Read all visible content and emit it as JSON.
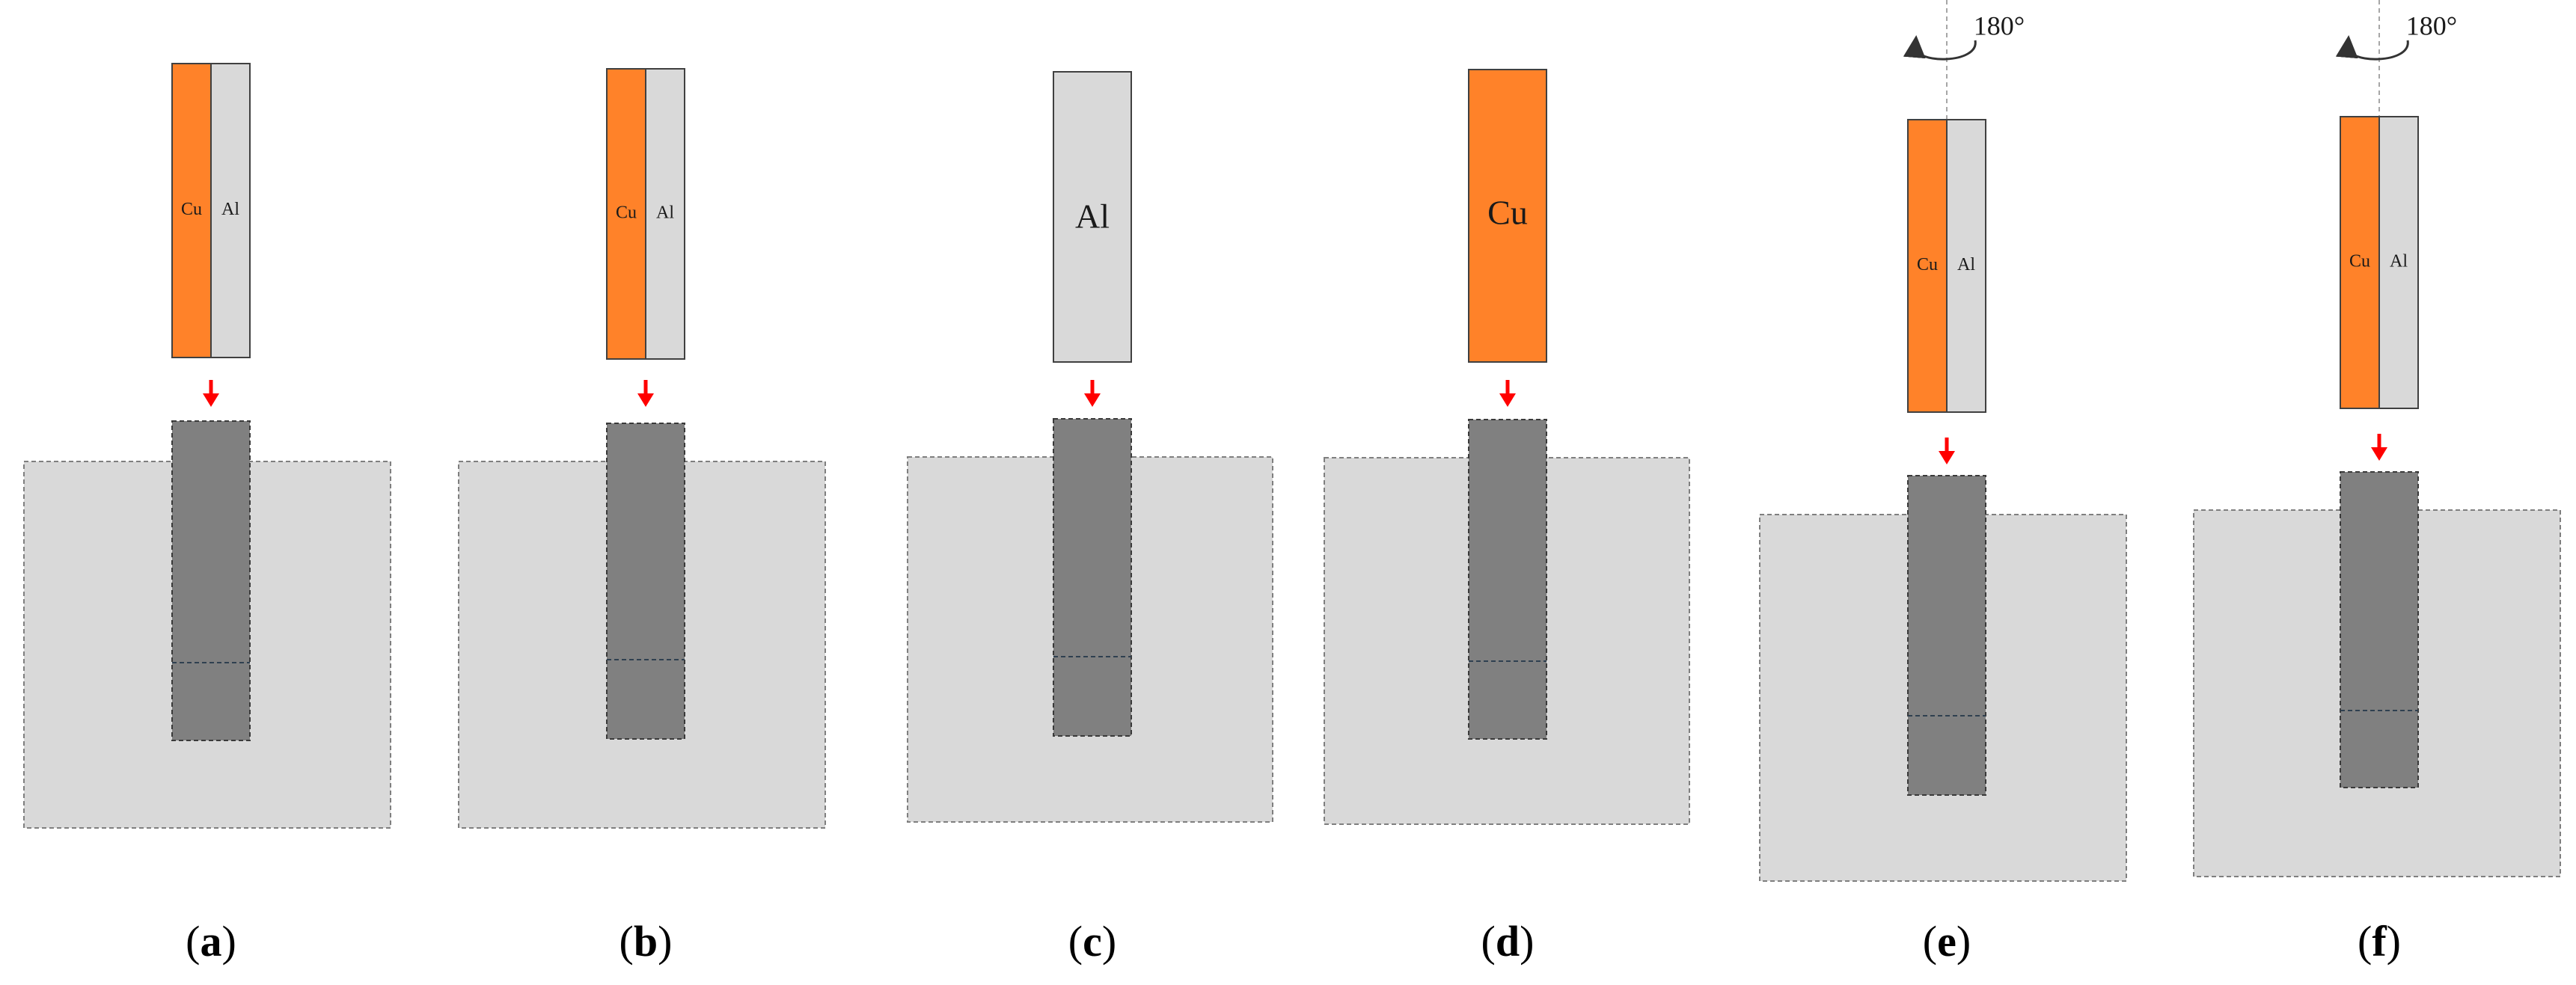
{
  "colors": {
    "copper": "#FF8229",
    "aluminum": "#D9D9D9",
    "die": "#D9D9D9",
    "die_border": "#7F7F7F",
    "channel": "#808080",
    "arrow": "#FF0000",
    "outline": "#404040",
    "axis_line": "#A6A6A6"
  },
  "labels": {
    "cu": "Cu",
    "al": "Al",
    "rotation": "180°"
  },
  "panels": [
    {
      "id": "a",
      "caption_open": "(",
      "caption_letter": "a",
      "caption_close": ")",
      "billet": "bimetal",
      "rotated": false
    },
    {
      "id": "b",
      "caption_open": "(",
      "caption_letter": "b",
      "caption_close": ")",
      "billet": "bimetal",
      "rotated": false
    },
    {
      "id": "c",
      "caption_open": "(",
      "caption_letter": "c",
      "caption_close": ")",
      "billet": "al",
      "rotated": false
    },
    {
      "id": "d",
      "caption_open": "(",
      "caption_letter": "d",
      "caption_close": ")",
      "billet": "cu",
      "rotated": false
    },
    {
      "id": "e",
      "caption_open": "(",
      "caption_letter": "e",
      "caption_close": ")",
      "billet": "bimetal",
      "rotated": true
    },
    {
      "id": "f",
      "caption_open": "(",
      "caption_letter": "f",
      "caption_close": ")",
      "billet": "bimetal",
      "rotated": true
    }
  ]
}
